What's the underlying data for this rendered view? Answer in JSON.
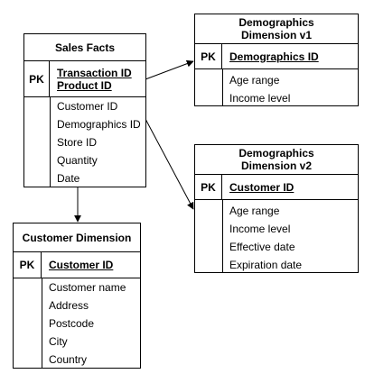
{
  "entities": {
    "sales_facts": {
      "title": "Sales Facts",
      "pk_label": "PK",
      "keys": [
        "Transaction ID",
        "Product ID"
      ],
      "attributes": [
        "Customer ID",
        "Demographics ID",
        "Store ID",
        "Quantity",
        "Date"
      ]
    },
    "demographics_v1": {
      "title": "Demographics Dimension v1",
      "pk_label": "PK",
      "keys": [
        "Demographics ID"
      ],
      "attributes": [
        "Age range",
        "Income level"
      ]
    },
    "demographics_v2": {
      "title": "Demographics Dimension v2",
      "pk_label": "PK",
      "keys": [
        "Customer ID"
      ],
      "attributes": [
        "Age range",
        "Income level",
        "Effective date",
        "Expiration date"
      ]
    },
    "customer_dimension": {
      "title": "Customer Dimension",
      "pk_label": "PK",
      "keys": [
        "Customer ID"
      ],
      "attributes": [
        "Customer name",
        "Address",
        "Postcode",
        "City",
        "Country"
      ]
    }
  }
}
